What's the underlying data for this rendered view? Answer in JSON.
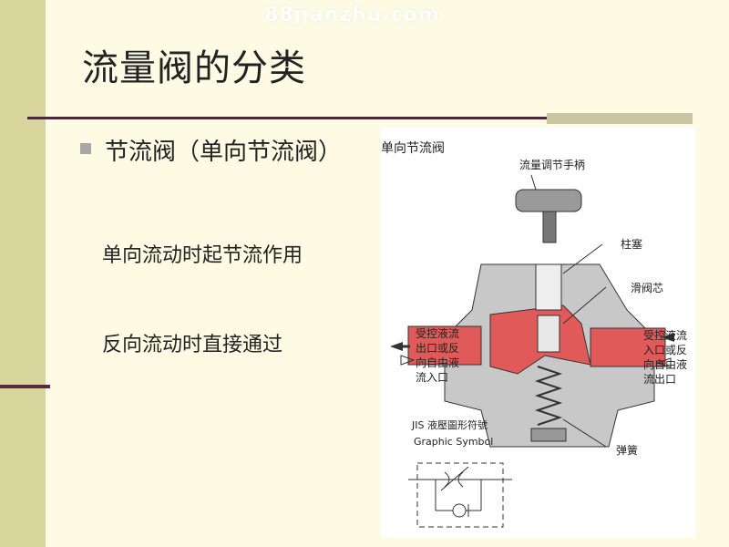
{
  "watermark": "88jianzhu.com",
  "title": "流量阀的分类",
  "bullet_heading": "节流阀（单向节流阀）",
  "body_lines": [
    "单向流动时起节流作用",
    "反向流动时直接通过"
  ],
  "figure": {
    "caption": "单向节流阀",
    "labels": {
      "handle": "流量调节手柄",
      "plunger": "柱塞",
      "spool": "滑阀芯",
      "left_port_l1": "受控液流",
      "left_port_l2": "出口或反",
      "left_port_l3": "向自由液",
      "left_port_l4": "流入口",
      "right_port_l1": "受控液流",
      "right_port_l2": "入口或反",
      "right_port_l3": "向自由液",
      "right_port_l4": "流出口",
      "spring": "弹簧",
      "jis_symbol": "JIS 液壓圖形符號",
      "graphic_symbol": "Graphic Symbol"
    }
  },
  "colors": {
    "background": "#fdfbe4",
    "sidebar": "#d7d49c",
    "fluid": "#e05a5a",
    "valve_body": "#c8c8c8"
  }
}
